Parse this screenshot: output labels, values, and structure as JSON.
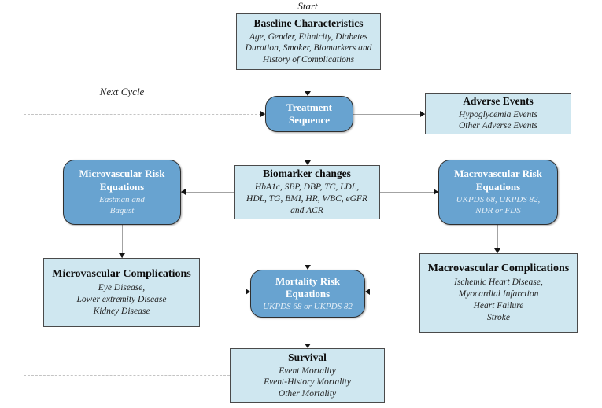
{
  "colors": {
    "light_box_fill": "#cfe7f0",
    "dark_box_fill": "#68a3d0",
    "box_border": "#2f2f2f",
    "connector_line": "#a3a3a3",
    "dashed_line": "#c4c4c4",
    "arrowhead": "#141414"
  },
  "labels": {
    "start": "Start",
    "next_cycle": "Next Cycle"
  },
  "boxes": {
    "baseline": {
      "title": "Baseline Characteristics",
      "lines": [
        "Age, Gender, Ethnicity, Diabetes",
        "Duration,  Smoker, Biomarkers  and",
        "History of Complications"
      ]
    },
    "treatment": {
      "title": "Treatment Sequence"
    },
    "adverse": {
      "title": "Adverse Events",
      "lines": [
        "Hypoglycemia Events",
        "Other Adverse Events"
      ]
    },
    "micro_risk": {
      "title": "Microvascular Risk Equations",
      "lines": [
        "Eastman and",
        "Bagust"
      ]
    },
    "biomarker": {
      "title": "Biomarker changes",
      "lines": [
        "HbA1c, SBP, DBP, TC, LDL,",
        "HDL, TG, BMI, HR, WBC, eGFR",
        "and ACR"
      ]
    },
    "macro_risk": {
      "title": "Macrovascular Risk Equations",
      "lines": [
        "UKPDS 68, UKPDS 82,",
        "NDR or FDS"
      ]
    },
    "micro_comp": {
      "title": "Microvascular Complications",
      "lines": [
        "Eye Disease,",
        "Lower extremity Disease",
        "Kidney Disease"
      ]
    },
    "mortality": {
      "title": "Mortality Risk Equations",
      "lines": [
        "UKPDS 68 or UKPDS 82"
      ]
    },
    "macro_comp": {
      "title": "Macrovascular Complications",
      "lines": [
        "Ischemic Heart Disease,",
        "Myocardial Infarction",
        "Heart Failure",
        "Stroke"
      ]
    },
    "survival": {
      "title": "Survival",
      "lines": [
        "Event Mortality",
        "Event-History Mortality",
        "Other Mortality"
      ]
    }
  }
}
